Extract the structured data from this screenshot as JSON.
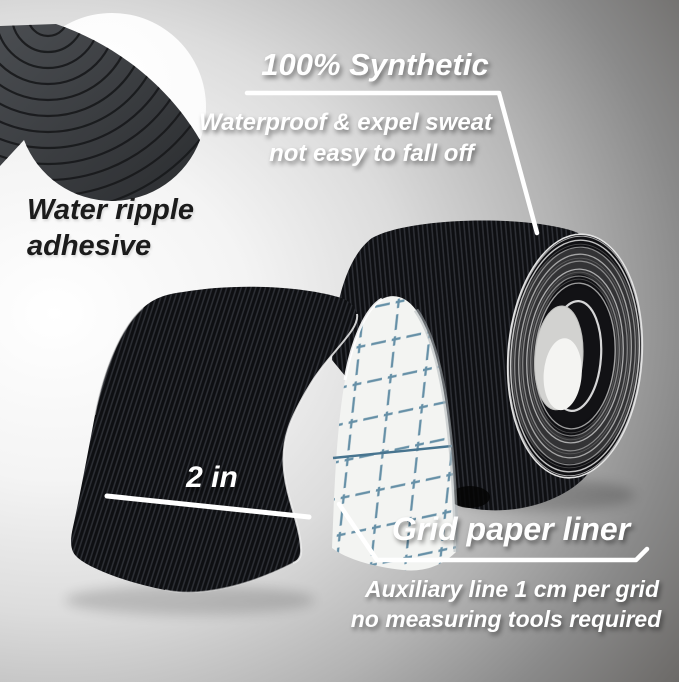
{
  "annotations": {
    "synthetic": {
      "title": "100% Synthetic",
      "line1": "Waterproof & expel sweat",
      "line2": "not easy to fall off"
    },
    "ripple": {
      "line1": "Water ripple",
      "line2": "adhesive"
    },
    "width": {
      "label": "2 in"
    },
    "grid": {
      "title": "Grid paper liner",
      "line1": "Auxiliary line 1 cm per grid",
      "line2": "no measuring tools required"
    }
  },
  "colors": {
    "tape_black": "#101114",
    "liner_white": "#f3f4f2",
    "grid_blue": "#5f8ba3",
    "text_white": "#ffffff",
    "text_black": "#1b1b1b",
    "background_light": "#ffffff",
    "background_dark": "#4f4d4b",
    "ripple_tape_gray": "#3c3f43"
  }
}
